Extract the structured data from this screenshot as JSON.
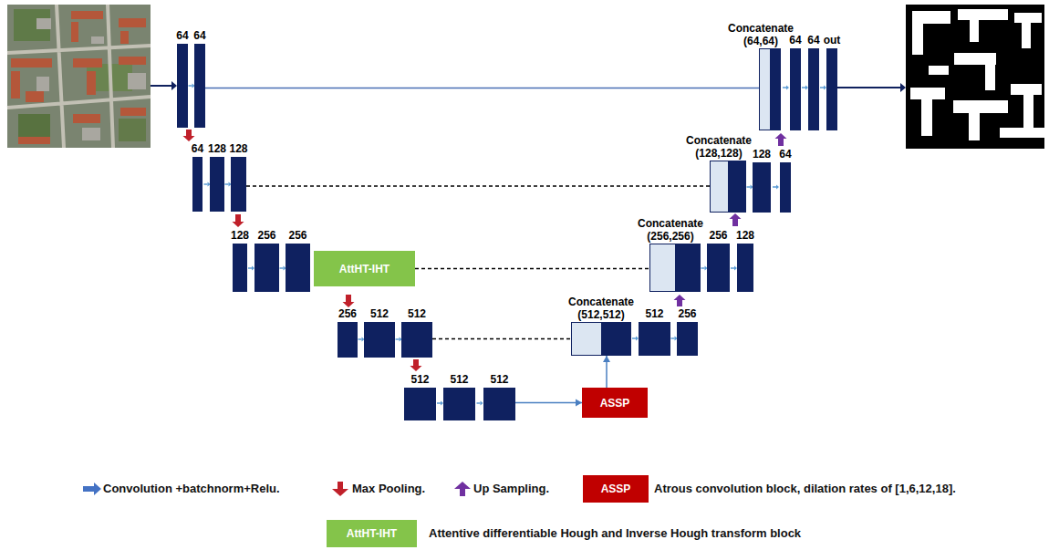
{
  "diagram": {
    "nodes": [
      {
        "text": [
          "64"
        ]
      },
      {
        "text": [
          "64"
        ]
      },
      {
        "text": [
          "Concatenate (64,64)"
        ]
      },
      {
        "text": [
          "64"
        ]
      },
      {
        "text": [
          "64"
        ]
      },
      {
        "text": [
          "out"
        ]
      },
      {
        "text": [
          "64"
        ]
      },
      {
        "text": [
          "128"
        ]
      },
      {
        "text": [
          "128"
        ]
      },
      {
        "text": [
          "Concatenate (128,128)"
        ]
      },
      {
        "text": [
          "128"
        ]
      },
      {
        "text": [
          "64"
        ]
      },
      {
        "text": [
          "128"
        ]
      },
      {
        "text": [
          "256"
        ]
      },
      {
        "text": [
          "256"
        ]
      },
      {
        "text": [
          "AttHT-IHT"
        ]
      },
      {
        "text": [
          "Concatenate (256,256)"
        ]
      },
      {
        "text": [
          "256"
        ]
      },
      {
        "text": [
          "128"
        ]
      },
      {
        "text": [
          "256"
        ]
      },
      {
        "text": [
          "512"
        ]
      },
      {
        "text": [
          "512"
        ]
      },
      {
        "text": [
          "Concatenate (512,512)"
        ]
      },
      {
        "text": [
          "512"
        ]
      },
      {
        "text": [
          "256"
        ]
      },
      {
        "text": [
          "512"
        ]
      },
      {
        "text": [
          "512"
        ]
      },
      {
        "text": [
          "512"
        ]
      },
      {
        "text": [
          "ASSP"
        ]
      }
    ],
    "edges": [
      {
        "from": 1,
        "to": 2,
        "arrow": "none"
      },
      {
        "from": 8,
        "to": 9,
        "arrow": "none"
      },
      {
        "from": 15,
        "to": 16,
        "arrow": "none"
      },
      {
        "from": 21,
        "to": 22,
        "arrow": "none"
      },
      {
        "from": 27,
        "to": 28,
        "arrow": "to"
      },
      {
        "from": 28,
        "to": 22,
        "arrow": "to"
      }
    ],
    "labels": [
      "ASSP",
      "AttHT-IHT"
    ],
    "legend": [
      {
        "text": "Convolution +batchnorm+Relu."
      },
      {
        "text": "Max Pooling."
      },
      {
        "text": "Up Sampling."
      },
      {
        "text": "Atrous convolution block, dilation rates of [1,6,12,18].",
        "color": "#c00000"
      },
      {
        "text": "Attentive differentiable Hough and Inverse Hough transform block",
        "color": "#84c44a"
      }
    ]
  }
}
